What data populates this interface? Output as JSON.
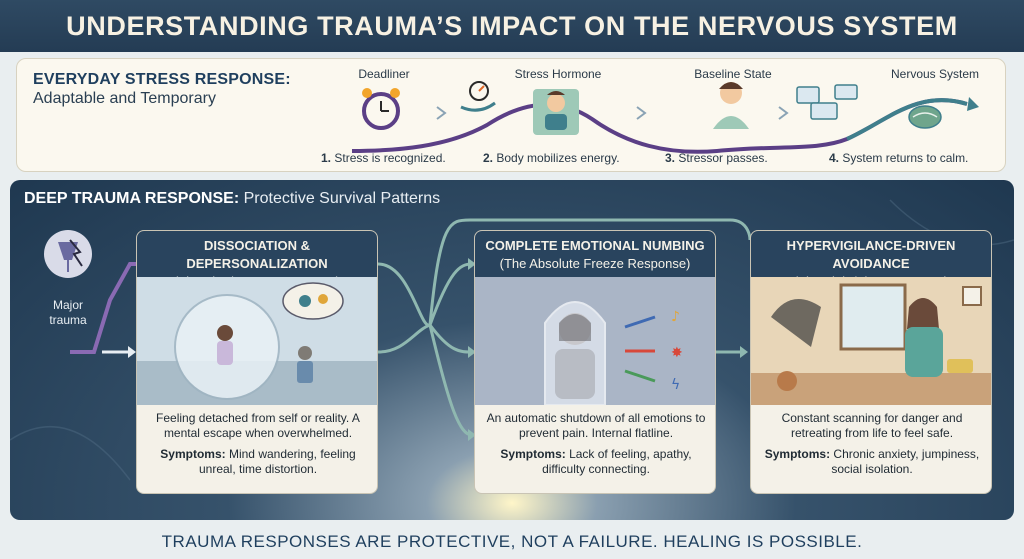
{
  "title": "UNDERSTANDING TRAUMA’S IMPACT ON THE NERVOUS SYSTEM",
  "everyday": {
    "heading": "EVERYDAY STRESS RESPONSE:",
    "subheading": "Adaptable and Temporary",
    "stages": [
      {
        "label": "Deadliner",
        "icon": "alarm-clock-icon"
      },
      {
        "label": "Stress Hormone",
        "icon": "stressed-person-icon"
      },
      {
        "label": "Baseline State",
        "icon": "calm-person-icon"
      },
      {
        "label": "Nervous System",
        "icon": "brain-icon"
      }
    ],
    "steps": [
      {
        "num": "1.",
        "text": "Stress is recognized."
      },
      {
        "num": "2.",
        "text": "Body mobilizes energy."
      },
      {
        "num": "3.",
        "text": "Stressor passes."
      },
      {
        "num": "4.",
        "text": "System returns to calm."
      }
    ],
    "curve_color": "#5b3f86",
    "accent_color": "#3f7f8c"
  },
  "deep": {
    "heading_bold": "DEEP TRAUMA RESPONSE:",
    "heading_rest": "Protective Survival Patterns",
    "major_trauma": "Major trauma",
    "cards": [
      {
        "title": "DISSOCIATION & DEPERSONALIZATION",
        "subtitle": "(The Flee/Freeze Response)",
        "description": "Feeling detached from self or reality. A mental escape when overwhelmed.",
        "symptoms_label": "Symptoms:",
        "symptoms": "Mind wandering, feeling unreal, time distortion."
      },
      {
        "title": "COMPLETE EMOTIONAL NUMBING",
        "subtitle": "(The Absolute Freeze Response)",
        "description": "An automatic shutdown of all emotions to prevent pain. Internal flatline.",
        "symptoms_label": "Symptoms:",
        "symptoms": "Lack of feeling, apathy, difficulty connecting."
      },
      {
        "title": "HYPERVIGILANCE-DRIVEN AVOIDANCE",
        "subtitle": "(The Fight/Flee Response)",
        "description": "Constant scanning for danger and retreating from life to feel safe.",
        "symptoms_label": "Symptoms:",
        "symptoms": "Chronic anxiety, jumpiness, social isolation."
      }
    ]
  },
  "footer": "TRAUMA RESPONSES ARE PROTECTIVE, NOT A FAILURE. HEALING IS POSSIBLE."
}
